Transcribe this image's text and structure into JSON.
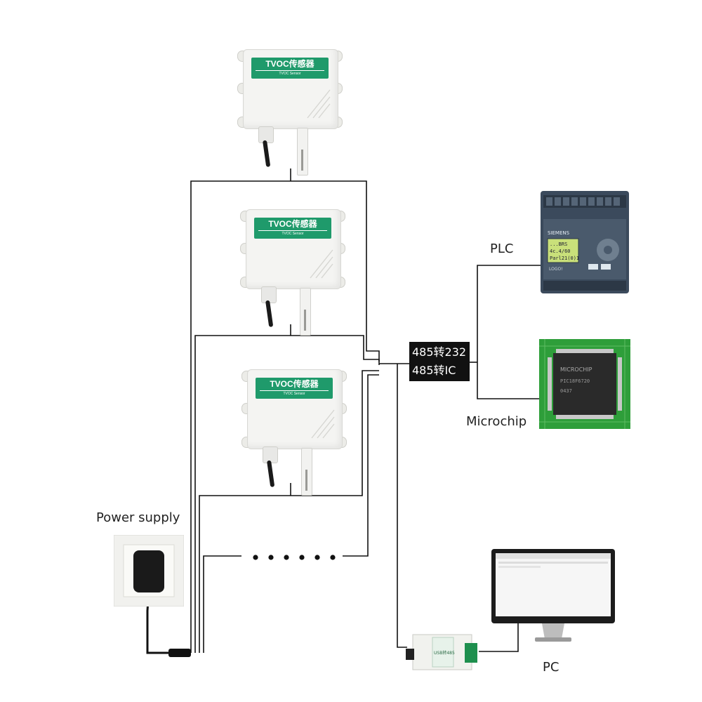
{
  "sensors": [
    {
      "title": "TVOC传感器",
      "subtitle": "TVOC Sensor"
    },
    {
      "title": "TVOC传感器",
      "subtitle": "TVOC Sensor"
    },
    {
      "title": "TVOC传感器",
      "subtitle": "TVOC Sensor"
    }
  ],
  "converter": {
    "line1": "485转232",
    "line2": "485转IC"
  },
  "labels": {
    "plc": "PLC",
    "microchip": "Microchip",
    "power_supply": "Power supply",
    "pc": "PC"
  },
  "plc_device": {
    "brand": "SIEMENS",
    "screen_lines": [
      "...BRS",
      "4c.4/60",
      "Parl21(0)1"
    ],
    "model": "LOGO!"
  },
  "chip_device": {
    "brand": "MICROCHIP",
    "part": "PIC18F6720",
    "code": "0437"
  },
  "usb_converter": {
    "label": "USB转485"
  },
  "colors": {
    "sensor_band": "#1f9a6b",
    "plc_body": "#3b4a5c",
    "plc_screen": "#c9e07a",
    "pcb": "#2e9e3a",
    "wire": "#111111"
  }
}
